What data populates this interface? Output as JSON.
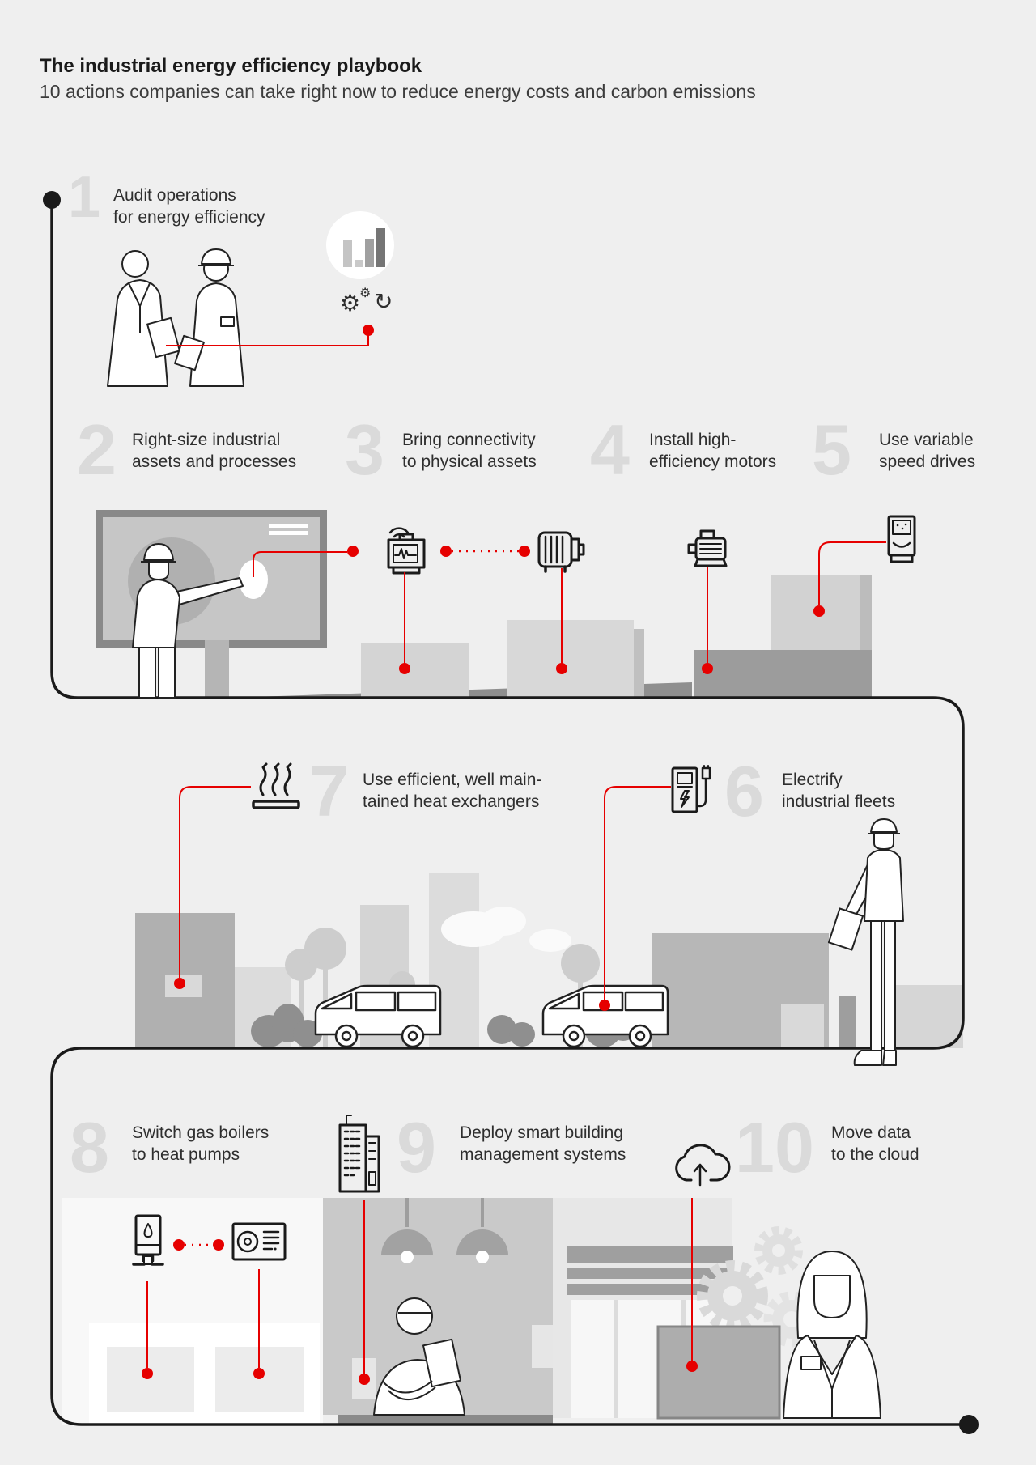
{
  "header": {
    "title": "The industrial energy efficiency playbook",
    "subtitle": "10 actions companies can take right now to reduce energy costs and carbon emissions"
  },
  "steps": [
    {
      "num": "1",
      "line1": "Audit operations",
      "line2": "for energy efficiency"
    },
    {
      "num": "2",
      "line1": "Right-size industrial",
      "line2": "assets and processes"
    },
    {
      "num": "3",
      "line1": "Bring connectivity",
      "line2": "to physical assets"
    },
    {
      "num": "4",
      "line1": "Install high-",
      "line2": "efficiency motors"
    },
    {
      "num": "5",
      "line1": "Use variable",
      "line2": "speed drives"
    },
    {
      "num": "6",
      "line1": "Electrify",
      "line2": "industrial fleets"
    },
    {
      "num": "7",
      "line1": "Use efficient, well main-",
      "line2": "tained heat exchangers"
    },
    {
      "num": "8",
      "line1": "Switch gas boilers",
      "line2": "to heat pumps"
    },
    {
      "num": "9",
      "line1": "Deploy smart building",
      "line2": "management systems"
    },
    {
      "num": "10",
      "line1": "Move data",
      "line2": "to the cloud"
    }
  ],
  "mini_icons": {
    "gear": "⚙",
    "gear_small": "⚙",
    "refresh": "↻"
  },
  "colors": {
    "accent_red": "#e60000",
    "numeral_gray": "#dadada",
    "path_black": "#1a1a1a",
    "text_dark": "#2e2e2e",
    "background": "#efefef"
  }
}
